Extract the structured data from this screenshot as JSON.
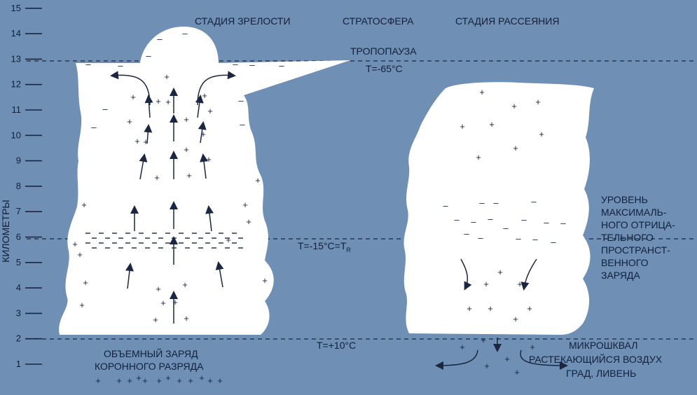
{
  "axis": {
    "label": "КИЛОМЕТРЫ",
    "ticks": [
      "1",
      "2",
      "3",
      "4",
      "5",
      "6",
      "7",
      "8",
      "9",
      "10",
      "11",
      "12",
      "13",
      "14",
      "15"
    ]
  },
  "headings": {
    "mature": "СТАДИЯ ЗРЕЛОСТИ",
    "stratosphere": "СТРАТОСФЕРА",
    "dissipating": "СТАДИЯ РАССЕЯНИЯ"
  },
  "levels": {
    "tropopause": "ТРОПОПАУЗА",
    "t_top": "T=-65°C",
    "t_mid": "T=-15°C=T",
    "t_mid_sub": "R",
    "t_base": "T=+10°C"
  },
  "bottom_left": [
    "ОБЪЕМНЫЙ ЗАРЯД",
    "КОРОННОГО РАЗРЯДА"
  ],
  "bottom_right": [
    "МИКРОШКВАЛ",
    "РАСТЕКАЮЩИЙСЯ ВОЗДУХ",
    "ГРАД, ЛИВЕНЬ"
  ],
  "side_note": [
    "УРОВЕНЬ",
    "МАКСИМАЛЬ-",
    "НОГО ОТРИЦА-",
    "ТЕЛЬНОГО",
    "ПРОСТРАНСТ-",
    "ВЕННОГО",
    "ЗАРЯДА"
  ],
  "colors": {
    "background": "#6f8fb5",
    "cloud": "#ffffff",
    "ink": "#12203a"
  }
}
